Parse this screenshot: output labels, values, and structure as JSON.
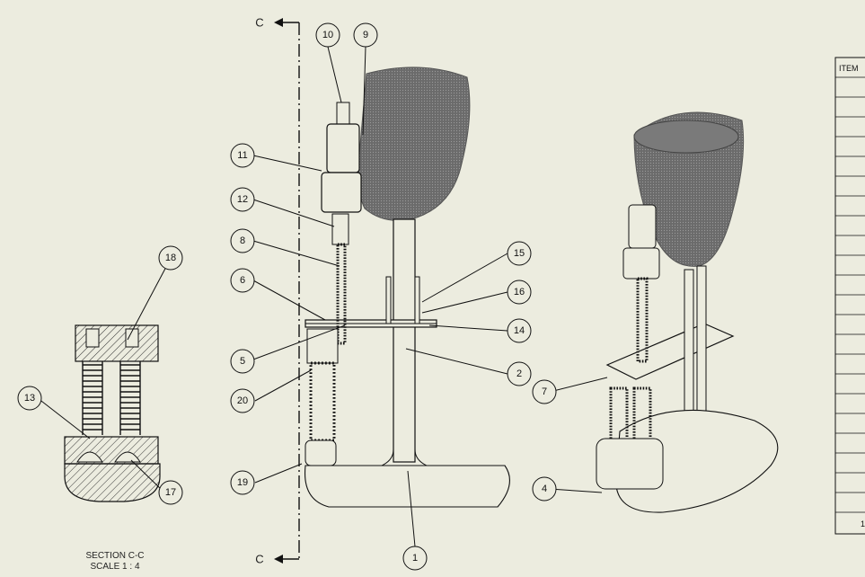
{
  "section_marker": {
    "letter": "C"
  },
  "section_label": {
    "title": "SECTION C-C",
    "scale": "SCALE 1 : 4"
  },
  "bom_table": {
    "header": "ITEM",
    "partial_last_cell": "1"
  },
  "balloons": [
    "1",
    "2",
    "4",
    "5",
    "6",
    "7",
    "8",
    "9",
    "10",
    "11",
    "12",
    "13",
    "14",
    "15",
    "16",
    "17",
    "18",
    "19",
    "20"
  ],
  "colors": {
    "background": "#ececdf",
    "line": "#111111",
    "socket": "#6a6a6a"
  }
}
